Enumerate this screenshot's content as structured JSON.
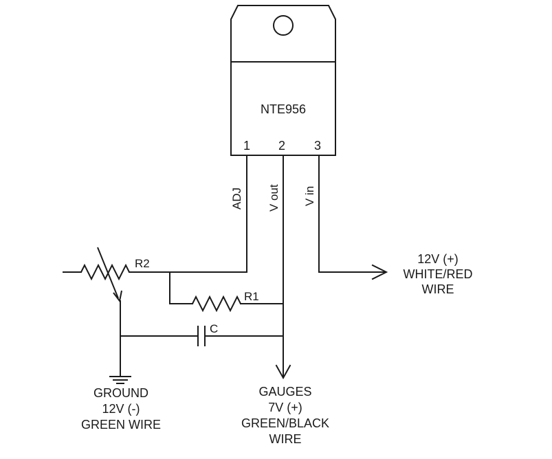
{
  "regulator": {
    "part_number": "NTE956",
    "pins": [
      {
        "number": "1",
        "function": "ADJ"
      },
      {
        "number": "2",
        "function": "V out"
      },
      {
        "number": "3",
        "function": "V in"
      }
    ]
  },
  "components": {
    "r1_label": "R1",
    "r2_label": "R2",
    "c_label": "C"
  },
  "supply": {
    "line1": "12V (+)",
    "line2": "WHITE/RED",
    "line3": "WIRE"
  },
  "ground": {
    "line1": "GROUND",
    "line2": "12V (-)",
    "line3": "GREEN WIRE"
  },
  "output": {
    "line1": "GAUGES",
    "line2": "7V (+)",
    "line3": "GREEN/BLACK",
    "line4": "WIRE"
  }
}
